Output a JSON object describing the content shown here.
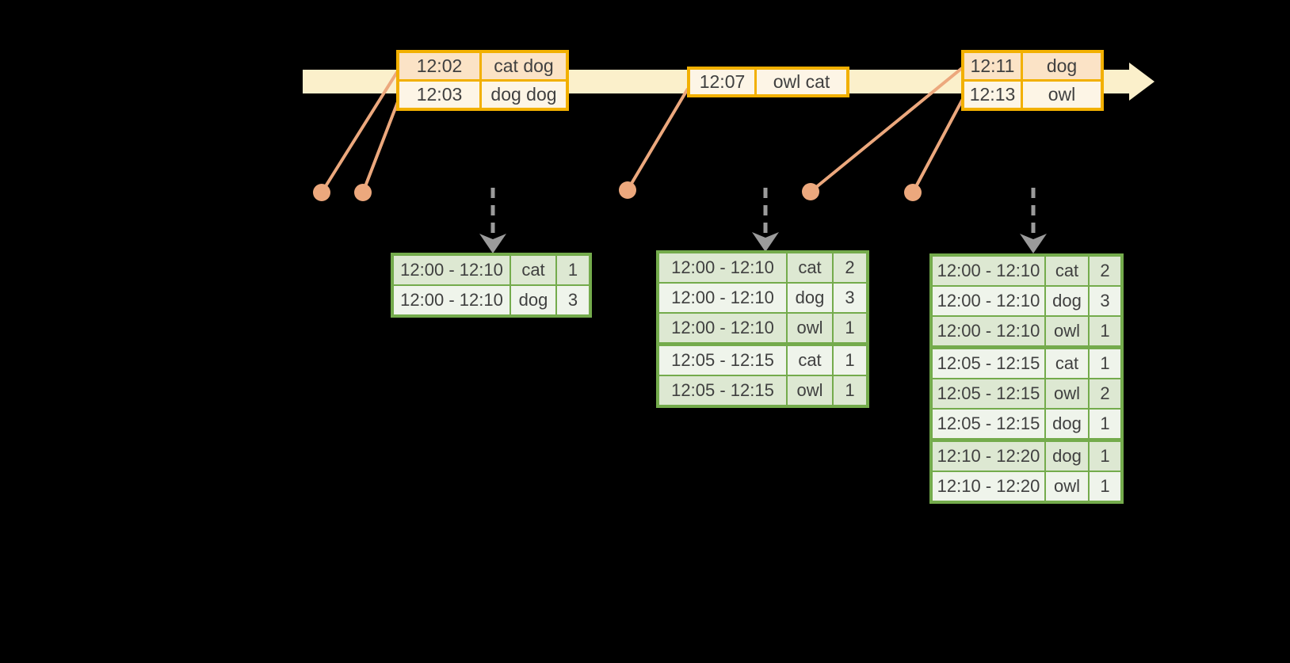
{
  "colors": {
    "background": "#000000",
    "band": "#FBF0CB",
    "gold": "#F2B000",
    "peach": "#FBE3C6",
    "cream": "#FDF5E6",
    "salmon": "#ECA87D",
    "green": "#74AB4C",
    "row_shaded": "#DDE8D2",
    "row_light": "#EFF4EB",
    "gray_arrow": "#9B9B9B",
    "text": "#404040"
  },
  "event_groups": [
    {
      "rows": [
        {
          "time": "12:02",
          "words": "cat dog",
          "tone": "peach"
        },
        {
          "time": "12:03",
          "words": "dog dog",
          "tone": "cream"
        }
      ]
    },
    {
      "rows": [
        {
          "time": "12:07",
          "words": "owl cat",
          "tone": "cream"
        }
      ]
    },
    {
      "rows": [
        {
          "time": "12:11",
          "words": "dog",
          "tone": "peach"
        },
        {
          "time": "12:13",
          "words": "owl",
          "tone": "cream"
        }
      ]
    }
  ],
  "result_tables": [
    {
      "rows": [
        [
          "12:00 - 12:10",
          "cat",
          "1"
        ],
        [
          "12:00 - 12:10",
          "dog",
          "3"
        ]
      ]
    },
    {
      "rows": [
        [
          "12:00 - 12:10",
          "cat",
          "2"
        ],
        [
          "12:00 - 12:10",
          "dog",
          "3"
        ],
        [
          "12:00 - 12:10",
          "owl",
          "1"
        ],
        [
          "12:05 - 12:15",
          "cat",
          "1"
        ],
        [
          "12:05 - 12:15",
          "owl",
          "1"
        ]
      ]
    },
    {
      "rows": [
        [
          "12:00 - 12:10",
          "cat",
          "2"
        ],
        [
          "12:00 - 12:10",
          "dog",
          "3"
        ],
        [
          "12:00 - 12:10",
          "owl",
          "1"
        ],
        [
          "12:05 - 12:15",
          "cat",
          "1"
        ],
        [
          "12:05 - 12:15",
          "owl",
          "2"
        ],
        [
          "12:05 - 12:15",
          "dog",
          "1"
        ],
        [
          "12:10 - 12:20",
          "dog",
          "1"
        ],
        [
          "12:10 - 12:20",
          "owl",
          "1"
        ]
      ]
    }
  ]
}
